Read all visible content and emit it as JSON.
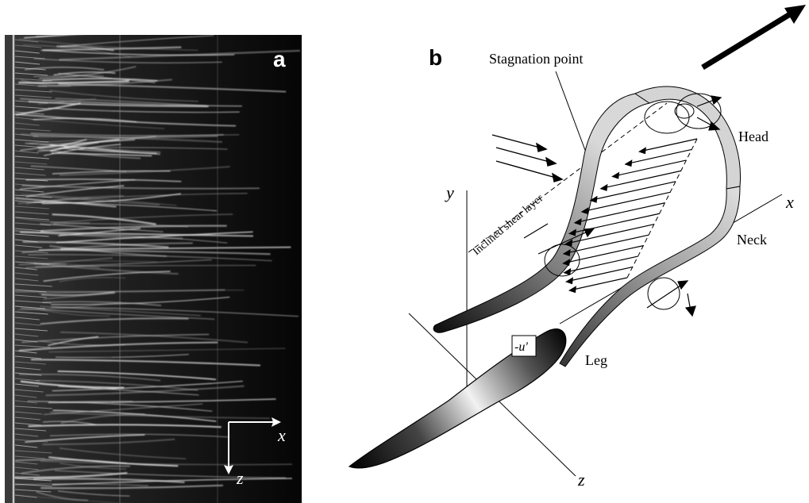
{
  "panel_a": {
    "letter": "a",
    "axis_x": "x",
    "axis_z": "z"
  },
  "panel_b": {
    "letter": "b",
    "labels": {
      "stagnation": "Stagnation point",
      "shear_layer": "Inclined shear layer",
      "head": "Head",
      "neck": "Neck",
      "leg": "Leg",
      "u_prime": "-u'"
    },
    "axes": {
      "x": "x",
      "y": "y",
      "z": "z"
    }
  }
}
